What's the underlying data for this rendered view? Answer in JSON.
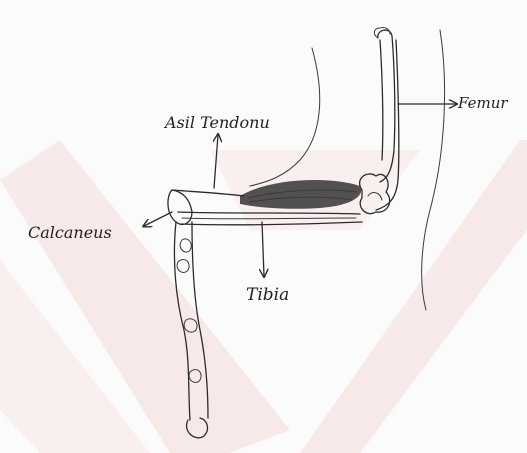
{
  "diagram": {
    "labels": {
      "tendon": "Asil Tendonu",
      "femur": "Femur",
      "calcaneus": "Calcaneus",
      "tibia": "Tibia"
    },
    "colors": {
      "background": "#fbfbfb",
      "ink": "#2b2b2b",
      "watermark": "#f3d6d6",
      "muscle": "#3a3a3a"
    }
  }
}
